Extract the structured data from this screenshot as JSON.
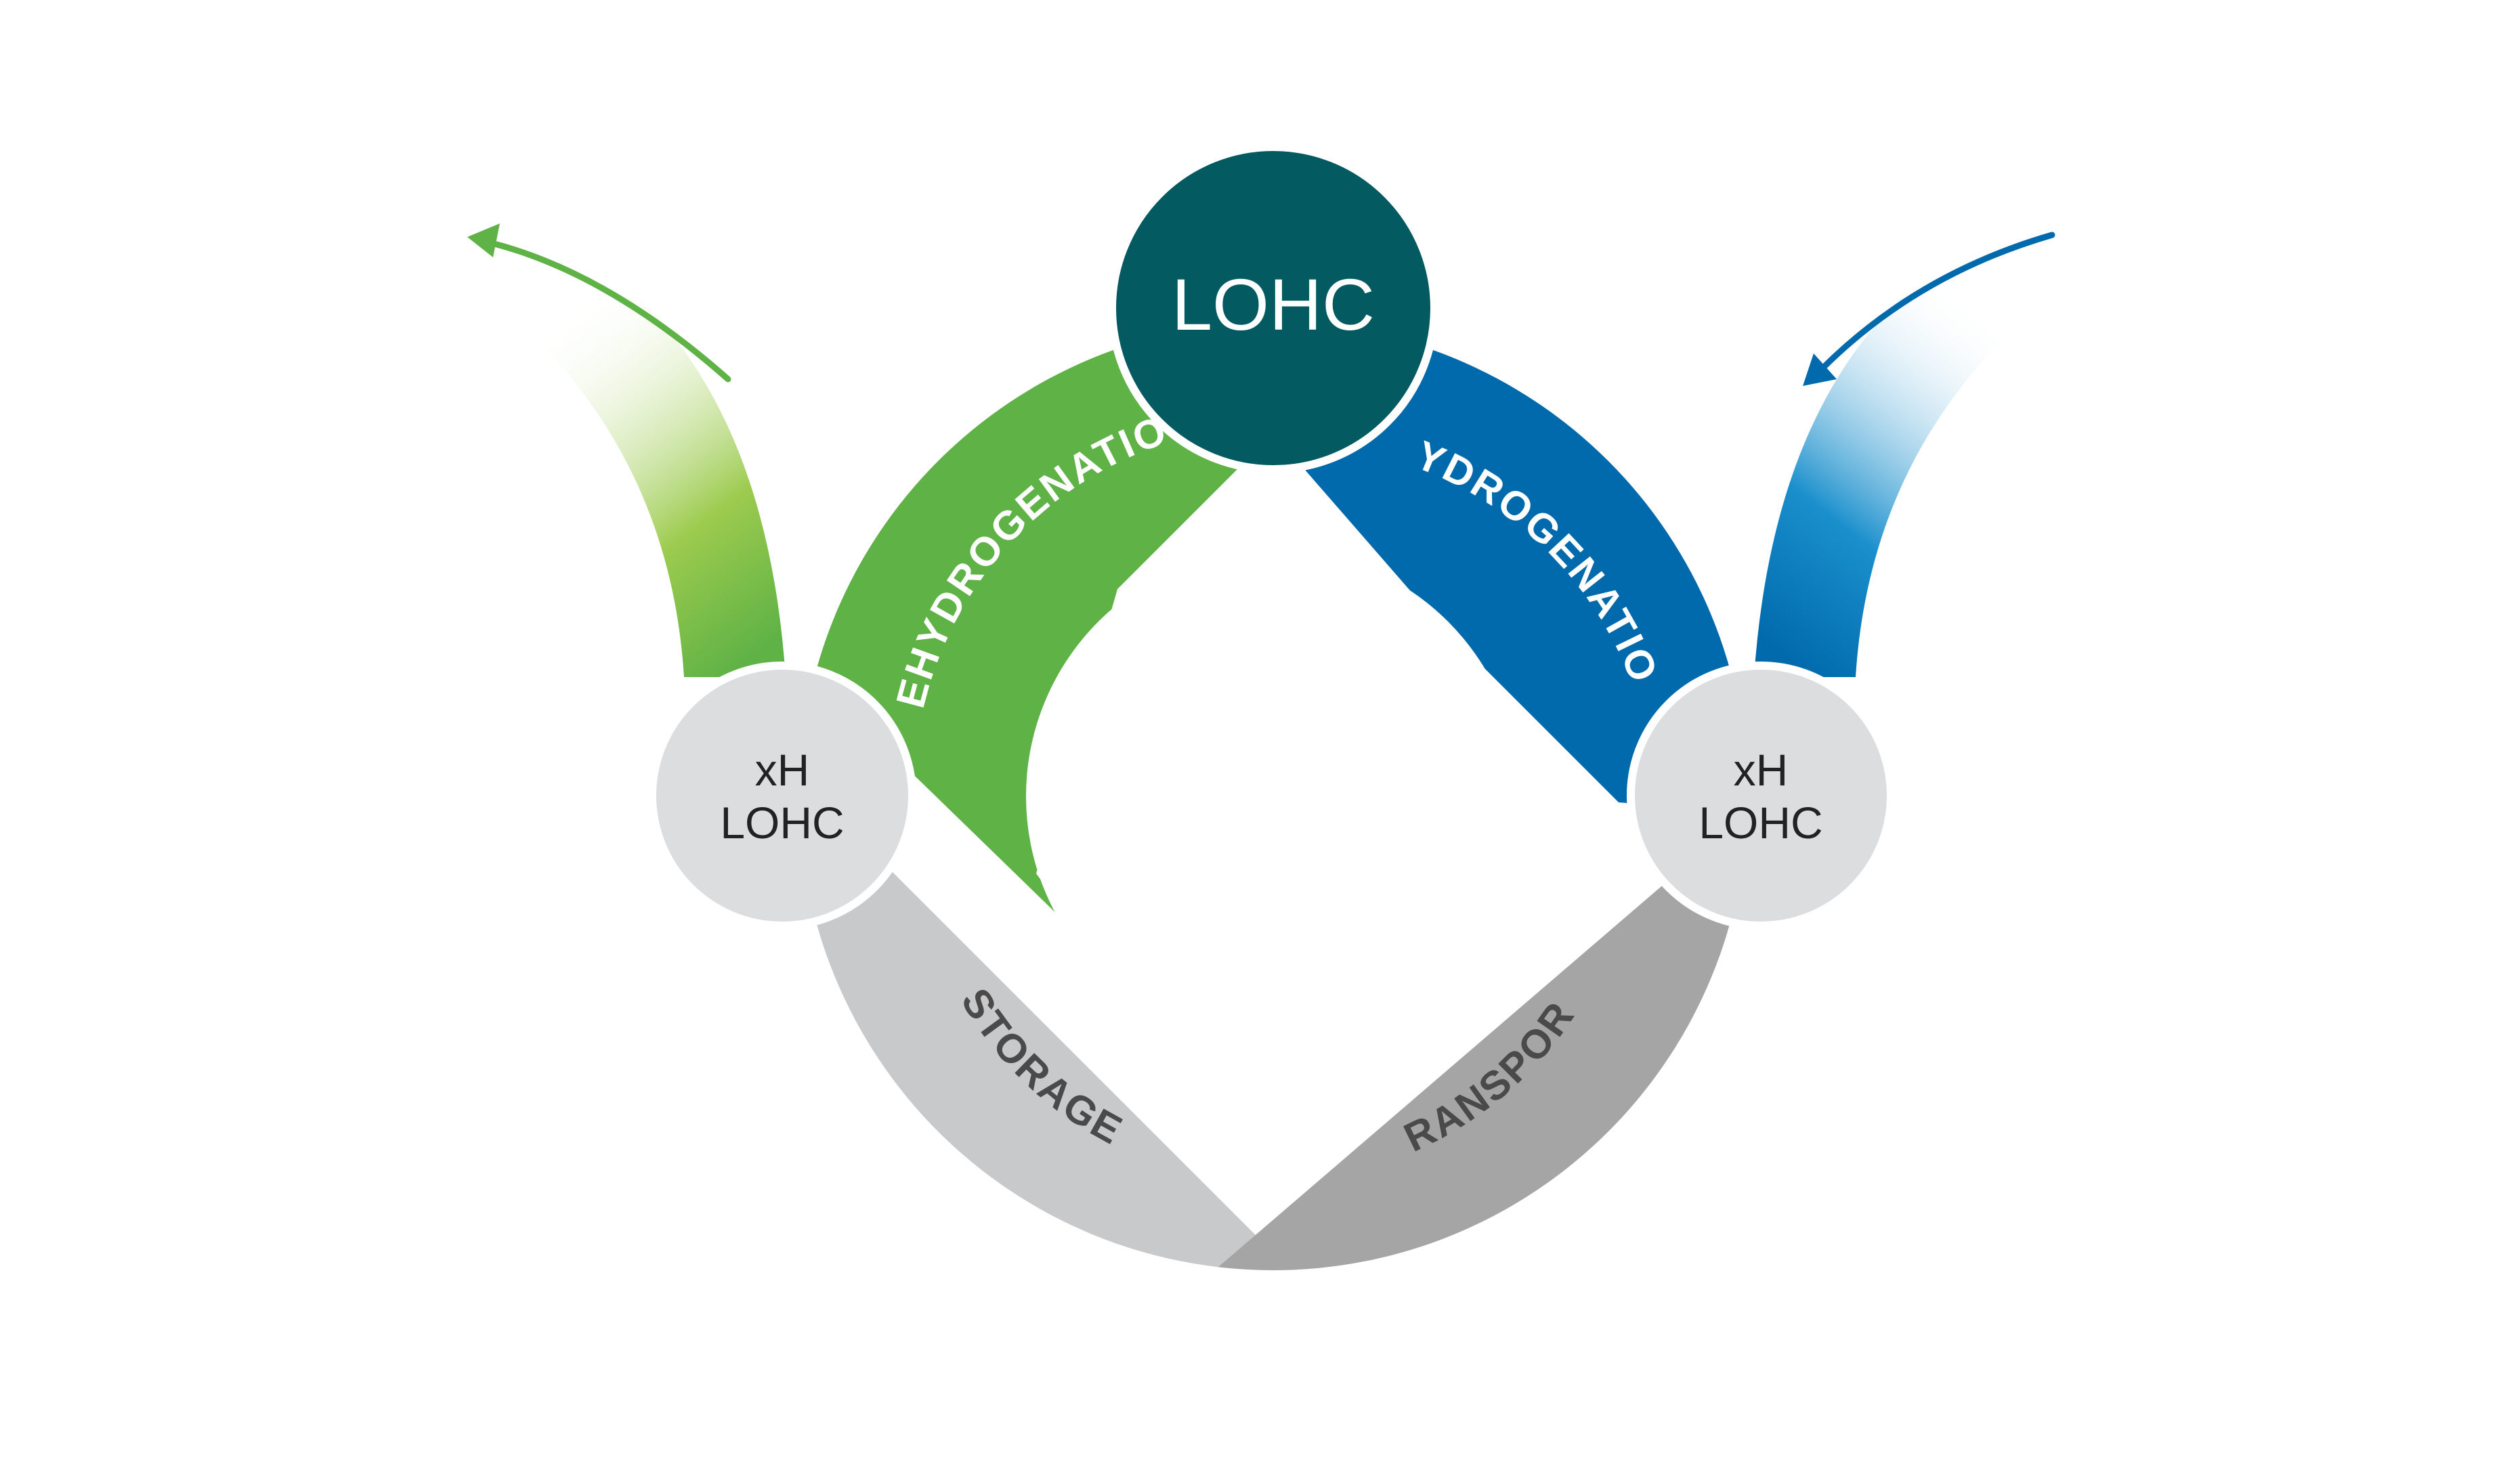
{
  "center_node": {
    "label": "LOHC"
  },
  "left_node": {
    "line1": "xH",
    "line2": "LOHC"
  },
  "right_node": {
    "line1": "xH",
    "line2": "LOHC"
  },
  "segments": {
    "dehydrogenation": "DEHYDROGENATION",
    "hydrogenation": "HYDROGENATION",
    "storage": "STORAGE",
    "transport": "TRANSPORT"
  },
  "colors": {
    "dehydrogenation": "#5fb246",
    "hydrogenation": "#006aad",
    "storage": "#c8c9cb",
    "transport": "#a5a5a5",
    "center_node": "#035a60",
    "side_node": "#dcdddf",
    "label_light": "#ffffff",
    "label_dark": "#4a4a4a"
  }
}
